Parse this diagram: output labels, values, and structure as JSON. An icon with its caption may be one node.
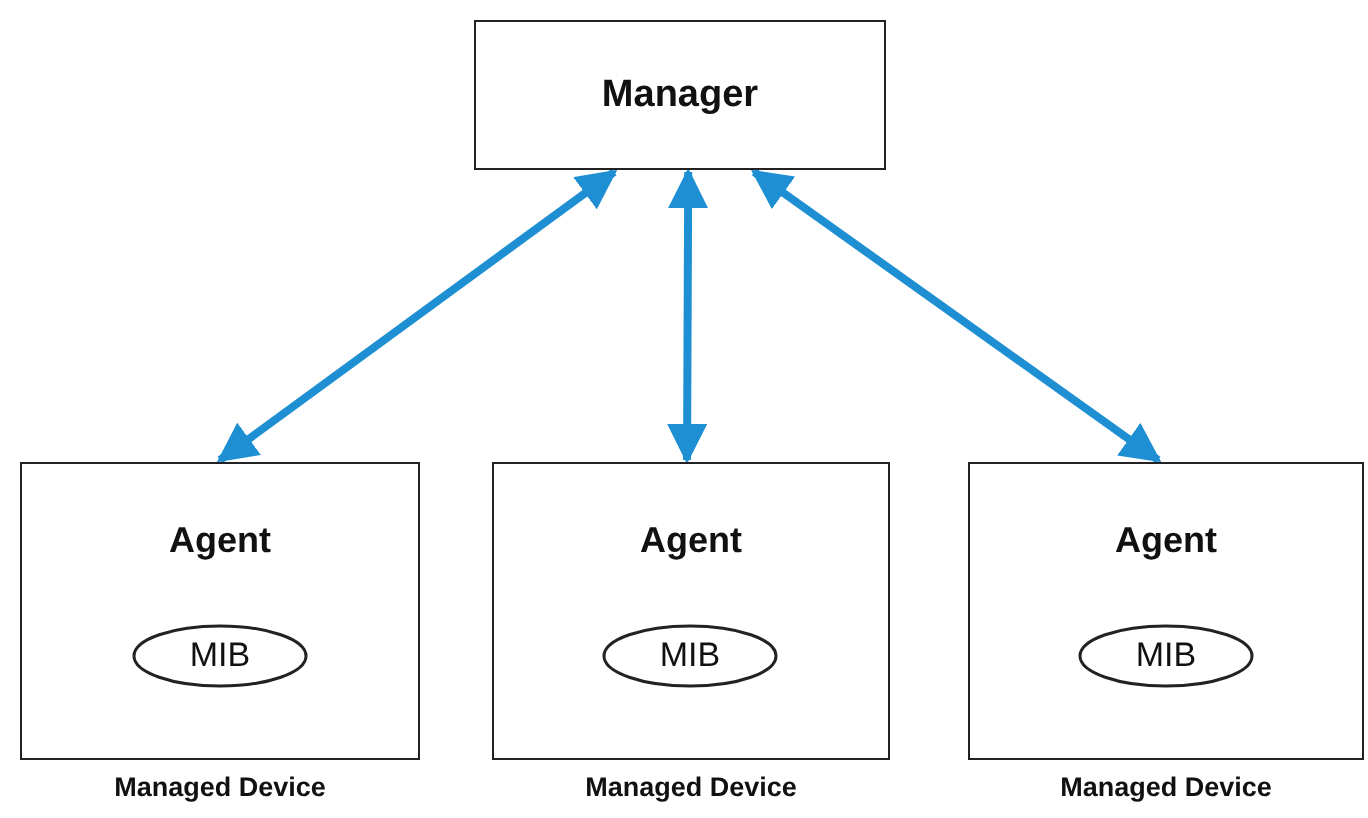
{
  "diagram": {
    "nodes": [
      {
        "text": [
          "Manager"
        ]
      },
      {
        "text": [
          "Agent"
        ],
        "beside": [
          "Managed Device"
        ]
      },
      {
        "text": [
          "MIB"
        ],
        "in": 1
      },
      {
        "text": [
          "Agent"
        ],
        "beside": [
          "Managed Device"
        ]
      },
      {
        "text": [
          "MIB"
        ],
        "in": 3
      },
      {
        "text": [
          "Agent"
        ],
        "beside": [
          "Managed Device"
        ]
      },
      {
        "text": [
          "MIB"
        ],
        "in": 5
      }
    ],
    "edges": [
      {
        "from": 0,
        "to": 1,
        "arrow": "both"
      },
      {
        "from": 0,
        "to": 3,
        "arrow": "both"
      },
      {
        "from": 0,
        "to": 5,
        "arrow": "both"
      }
    ]
  }
}
